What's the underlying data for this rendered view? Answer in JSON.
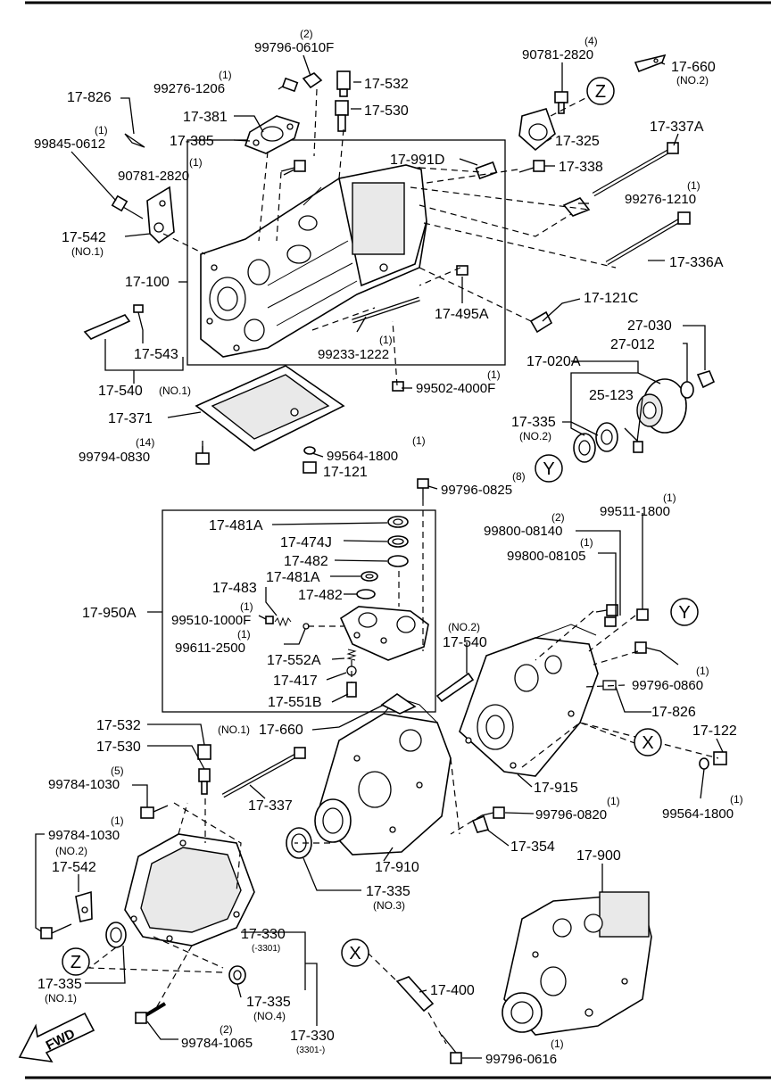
{
  "diagram": {
    "colors": {
      "ink": "#000000",
      "paper": "#ffffff"
    },
    "zone_markers": {
      "z": "Z",
      "y": "Y",
      "x": "X"
    },
    "direction_arrow": "FWD",
    "labels": {
      "q_99796_0610F": "(2)",
      "pn_99796_0610F": "99796-0610F",
      "q_99276_1206": "(1)",
      "pn_99276_1206": "99276-1206",
      "pn_17_532_top": "17-532",
      "pn_17_530_top": "17-530",
      "pn_17_826_top": "17-826",
      "pn_17_381": "17-381",
      "pn_17_385": "17-385",
      "q_99845_0612": "(1)",
      "pn_99845_0612": "99845-0612",
      "q_90781_2820_a": "(1)",
      "pn_90781_2820_a": "90781-2820",
      "pn_17_991D": "17-991D",
      "pn_17_542_top": "17-542",
      "sub_17_542_top": "(NO.1)",
      "pn_17_100": "17-100",
      "pn_17_495A": "17-495A",
      "q_99233_1222": "(1)",
      "pn_99233_1222": "99233-1222",
      "pn_17_543": "17-543",
      "pn_17_540_no1": "17-540",
      "sub_17_540_no1": "(NO.1)",
      "q_99502_4000F": "(1)",
      "pn_99502_4000F": "99502-4000F",
      "q_90781_2820_b": "(4)",
      "pn_90781_2820_b": "90781-2820",
      "pn_17_660_top": "17-660",
      "sub_17_660_top": "(NO.2)",
      "pn_17_325": "17-325",
      "pn_17_337A": "17-337A",
      "pn_17_338": "17-338",
      "q_99276_1210": "(1)",
      "pn_99276_1210": "99276-1210",
      "pn_17_336A": "17-336A",
      "pn_17_121C": "17-121C",
      "pn_27_030": "27-030",
      "pn_27_012": "27-012",
      "pn_17_020A": "17-020A",
      "pn_25_123": "25-123",
      "pn_17_335_no2": "17-335",
      "sub_17_335_no2": "(NO.2)",
      "pn_17_371": "17-371",
      "q_99794_0830": "(14)",
      "pn_99794_0830": "99794-0830",
      "q_99564_1800_a": "(1)",
      "pn_99564_1800_a": "99564-1800",
      "pn_17_121": "17-121",
      "q_99796_0825": "(8)",
      "pn_99796_0825": "99796-0825",
      "pn_17_481A_a": "17-481A",
      "pn_17_474J": "17-474J",
      "pn_17_482_a": "17-482",
      "pn_17_481A_b": "17-481A",
      "pn_17_483": "17-483",
      "pn_17_482_b": "17-482",
      "pn_17_950A": "17-950A",
      "q_99510_1000F": "(1)",
      "pn_99510_1000F": "99510-1000F",
      "q_99611_2500": "(1)",
      "pn_99611_2500": "99611-2500",
      "pn_17_552A": "17-552A",
      "pn_17_417": "17-417",
      "pn_17_551B": "17-551B",
      "q_99511_1800": "(1)",
      "pn_99511_1800": "99511-1800",
      "q_99800_08140": "(2)",
      "pn_99800_08140": "99800-08140",
      "q_99800_08105": "(1)",
      "pn_99800_08105": "99800-08105",
      "sub_17_540_no2": "(NO.2)",
      "pn_17_540_no2": "17-540",
      "q_99796_0860": "(1)",
      "pn_99796_0860": "99796-0860",
      "pn_17_826_bottom": "17-826",
      "pn_17_532_bottom": "17-532",
      "pn_17_530_bottom": "17-530",
      "sub_17_660_bottom": "(NO.1)",
      "pn_17_660_bottom": "17-660",
      "pn_17_122": "17-122",
      "q_99784_1030_a": "(5)",
      "pn_99784_1030_a": "99784-1030",
      "pn_17_337": "17-337",
      "pn_17_915": "17-915",
      "q_99796_0820": "(1)",
      "pn_99796_0820": "99796-0820",
      "q_99564_1800_b": "(1)",
      "pn_99564_1800_b": "99564-1800",
      "q_99784_1030_b": "(1)",
      "pn_99784_1030_b": "99784-1030",
      "sub_17_542_bottom": "(NO.2)",
      "pn_17_542_bottom": "17-542",
      "pn_17_354": "17-354",
      "pn_17_910": "17-910",
      "pn_17_900": "17-900",
      "pn_17_335_no3": "17-335",
      "sub_17_335_no3": "(NO.3)",
      "pn_17_330_a": "17-330",
      "sub_17_330_a": "(-3301)",
      "pn_17_335_no1": "17-335",
      "sub_17_335_no1": "(NO.1)",
      "pn_17_335_no4": "17-335",
      "sub_17_335_no4": "(NO.4)",
      "pn_17_400": "17-400",
      "q_99784_1065": "(2)",
      "pn_99784_1065": "99784-1065",
      "pn_17_330_b": "17-330",
      "sub_17_330_b": "(3301-)",
      "q_99796_0616": "(1)",
      "pn_99796_0616": "99796-0616"
    }
  }
}
